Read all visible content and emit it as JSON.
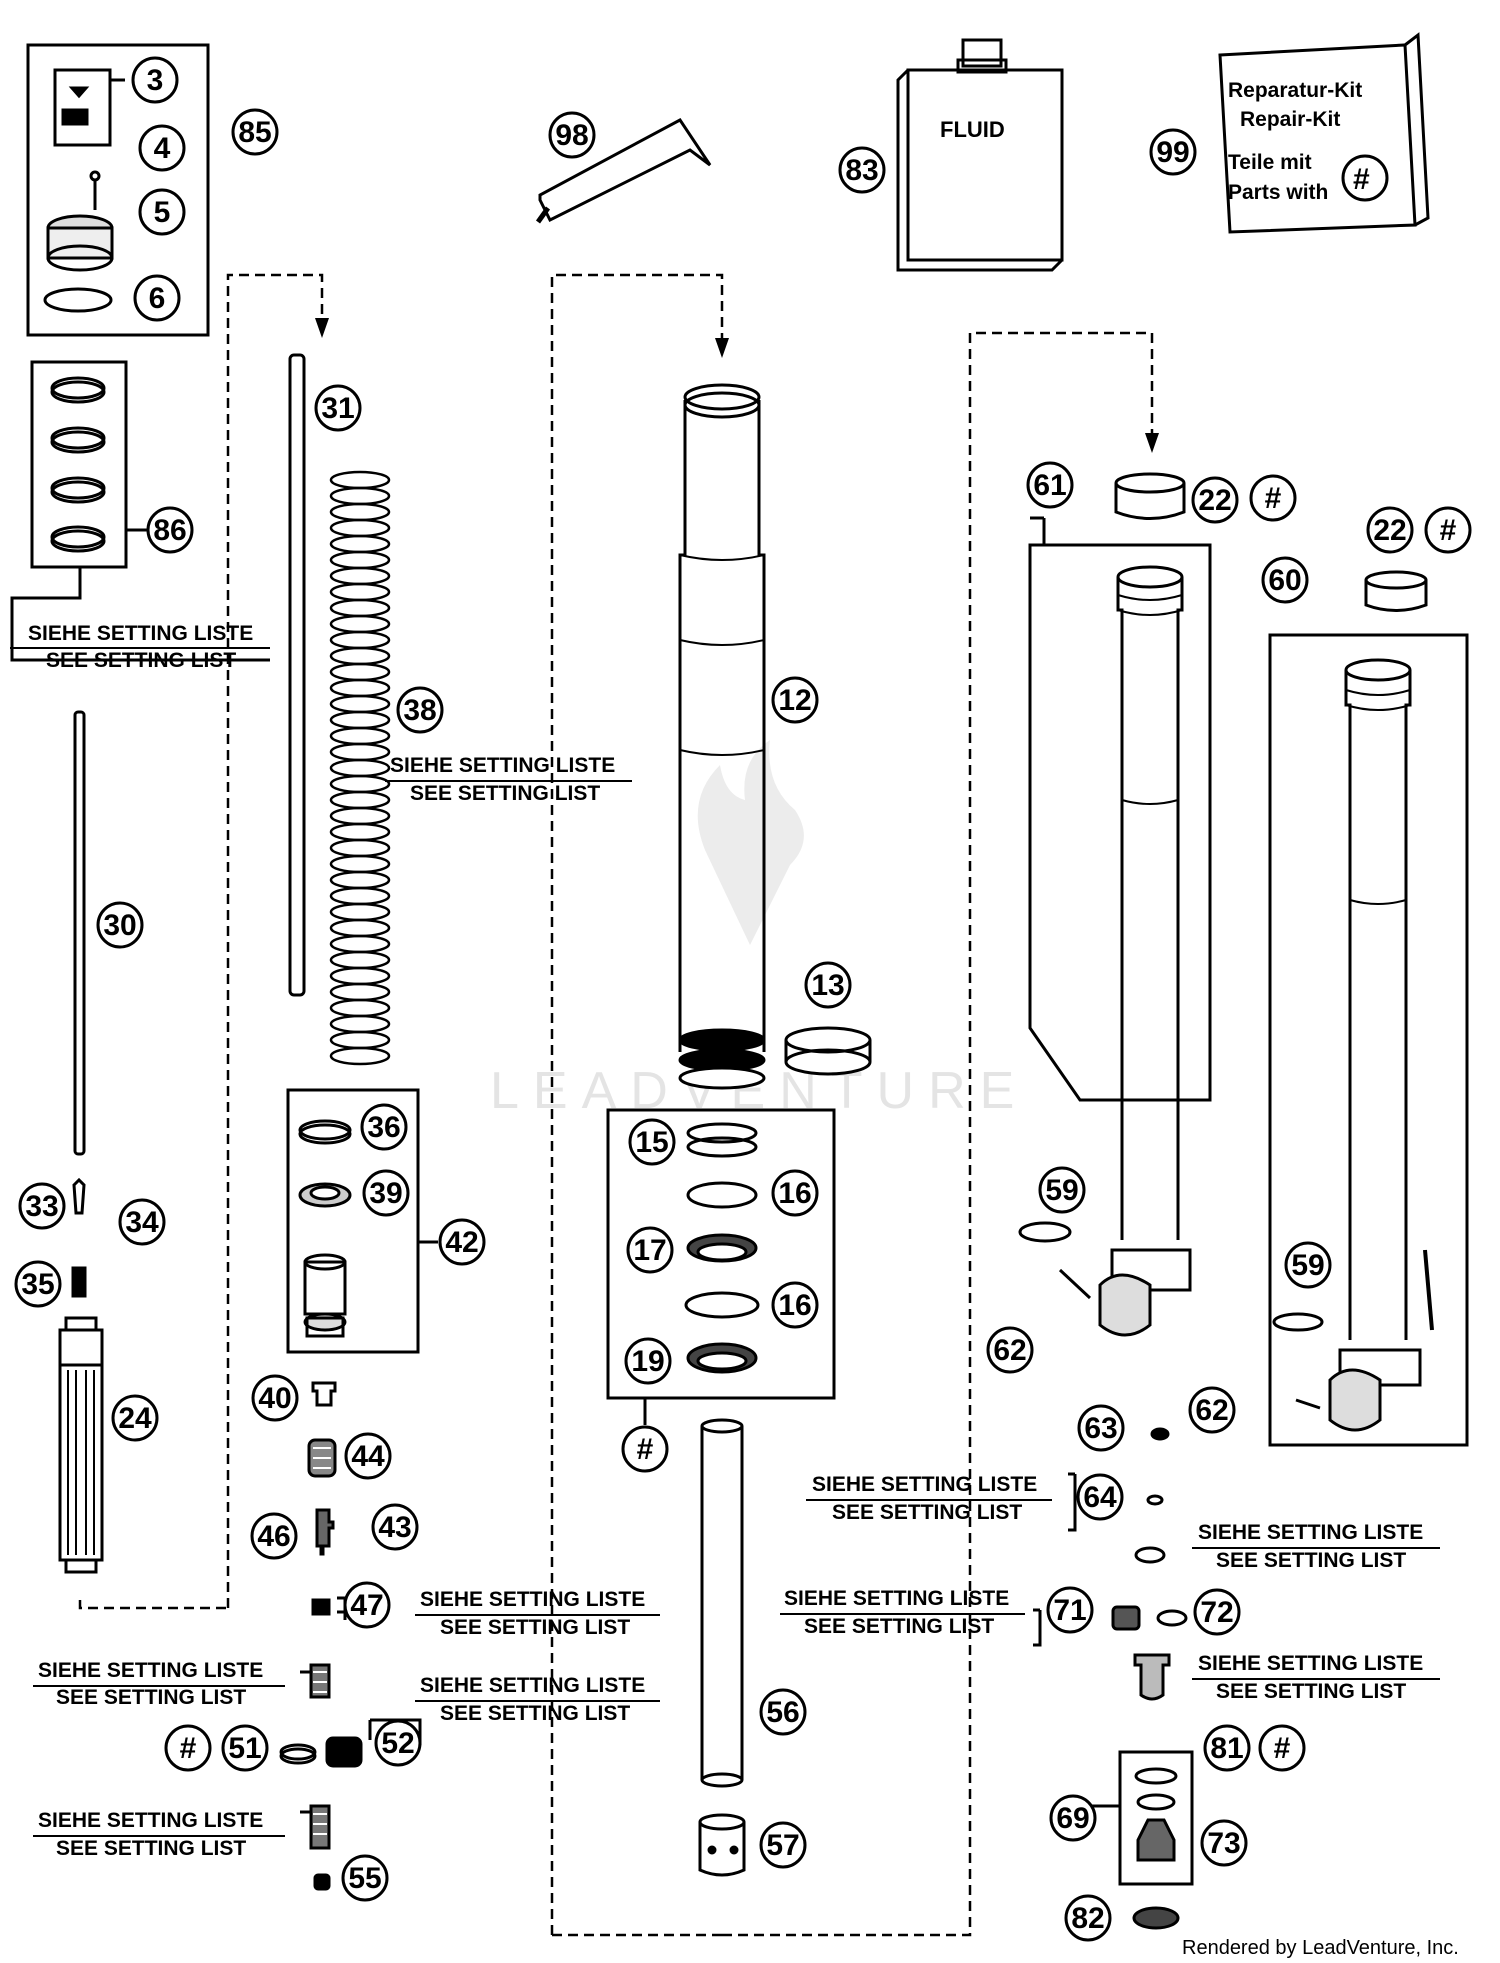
{
  "diagram": {
    "fluid_label": "FLUID",
    "repair_kit": {
      "line1": "Reparatur-Kit",
      "line2": "Repair-Kit",
      "line3": "Teile mit",
      "line4": "Parts with",
      "symbol": "#"
    },
    "notes": {
      "de": "SIEHE SETTING LISTE",
      "en": "SEE SETTING LIST"
    },
    "watermark": "LEADVENTURE",
    "credit": "Rendered by LeadVenture, Inc.",
    "callouts": {
      "c3": "3",
      "c4": "4",
      "c5": "5",
      "c6": "6",
      "c85": "85",
      "c86": "86",
      "c98": "98",
      "c83": "83",
      "c99": "99",
      "c31": "31",
      "c38": "38",
      "c30": "30",
      "c33": "33",
      "c34": "34",
      "c35": "35",
      "c24": "24",
      "c36": "36",
      "c39": "39",
      "c42": "42",
      "c40": "40",
      "c44": "44",
      "c46": "46",
      "c43": "43",
      "c47": "47",
      "c51": "51",
      "c52": "52",
      "c55": "55",
      "c51hash": "#",
      "c12": "12",
      "c13": "13",
      "c15": "15",
      "c16a": "16",
      "c17": "17",
      "c16b": "16",
      "c19": "19",
      "c_hash_mid": "#",
      "c56": "56",
      "c57": "57",
      "c61": "61",
      "c22a": "22",
      "c22a_hash": "#",
      "c22b": "22",
      "c22b_hash": "#",
      "c60": "60",
      "c59a": "59",
      "c59b": "59",
      "c62a": "62",
      "c62b": "62",
      "c63": "63",
      "c64": "64",
      "c71": "71",
      "c72": "72",
      "c81": "81",
      "c81_hash": "#",
      "c69": "69",
      "c73": "73",
      "c82": "82"
    }
  }
}
